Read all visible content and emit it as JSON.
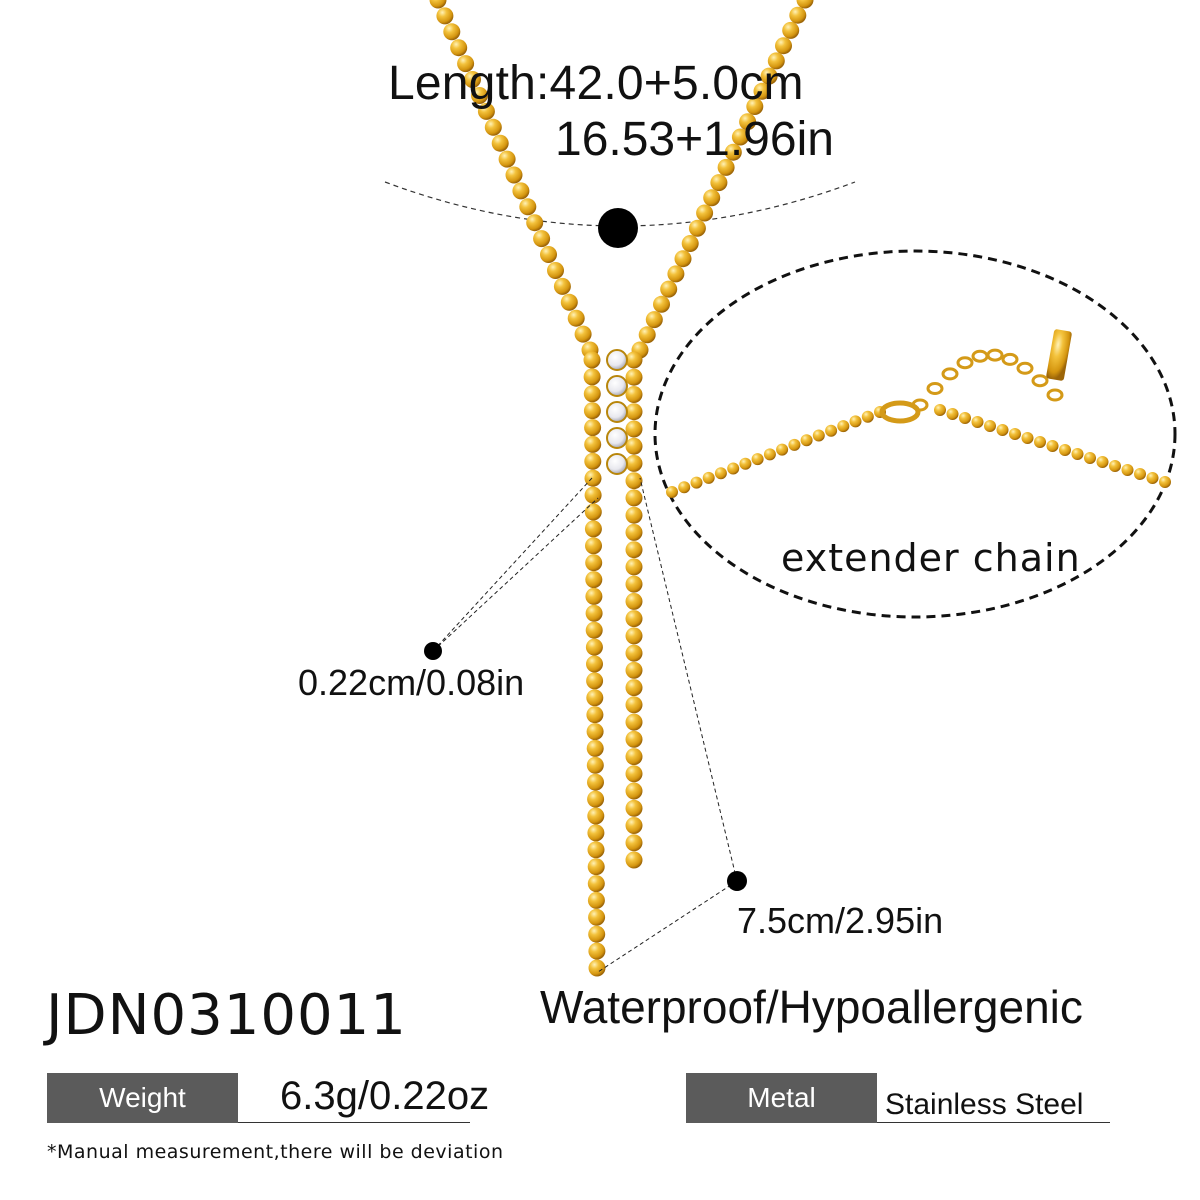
{
  "measurements": {
    "length_cm": "Length:42.0+5.0cm",
    "length_in": "16.53+1.96in",
    "bead_size": "0.22cm/0.08in",
    "drop_length": "7.5cm/2.95in"
  },
  "extender_label": "extender chain",
  "product": {
    "sku": "JDN0310011",
    "features": "Waterproof/Hypoallergenic",
    "weight_label": "Weight",
    "weight_value": "6.3g/0.22oz",
    "metal_label": "Metal",
    "metal_value": "Stainless Steel"
  },
  "disclaimer": "*Manual measurement,there will be deviation",
  "colors": {
    "gold": "#e0a520",
    "gold_highlight": "#ffe38a",
    "gold_shadow": "#a8700c",
    "label_bg": "#5b5b5b",
    "ink": "#111111"
  }
}
